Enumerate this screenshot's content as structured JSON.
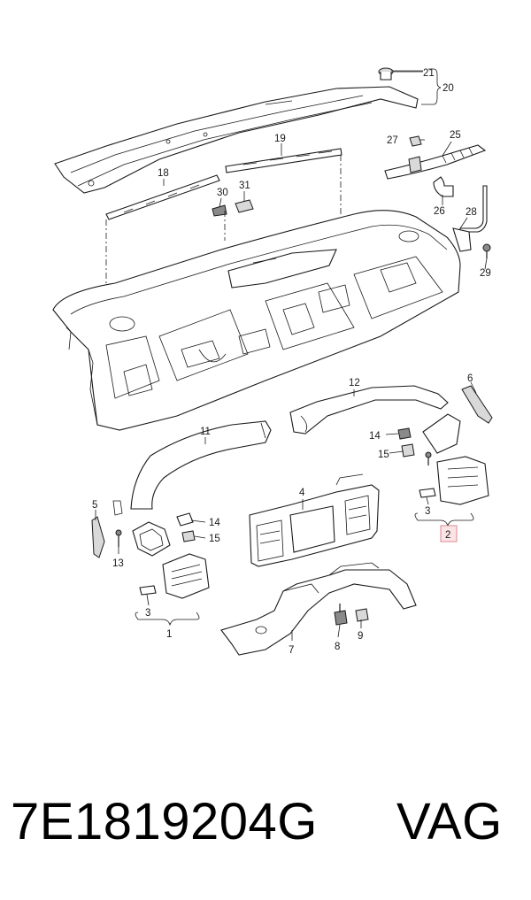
{
  "callouts": {
    "c1": "1",
    "c2": "2",
    "c3a": "3",
    "c3b": "3",
    "c4": "4",
    "c5": "5",
    "c6": "6",
    "c7": "7",
    "c8": "8",
    "c9": "9",
    "c11": "11",
    "c12": "12",
    "c13": "13",
    "c14a": "14",
    "c14b": "14",
    "c15a": "15",
    "c15b": "15",
    "c18": "18",
    "c19": "19",
    "c20": "20",
    "c21": "21",
    "c25": "25",
    "c26": "26",
    "c27": "27",
    "c28": "28",
    "c29": "29",
    "c30": "30",
    "c31": "31"
  },
  "highlighted_callout": "2",
  "footer": {
    "part_number": "7E1819204G",
    "brand": "VAG"
  }
}
